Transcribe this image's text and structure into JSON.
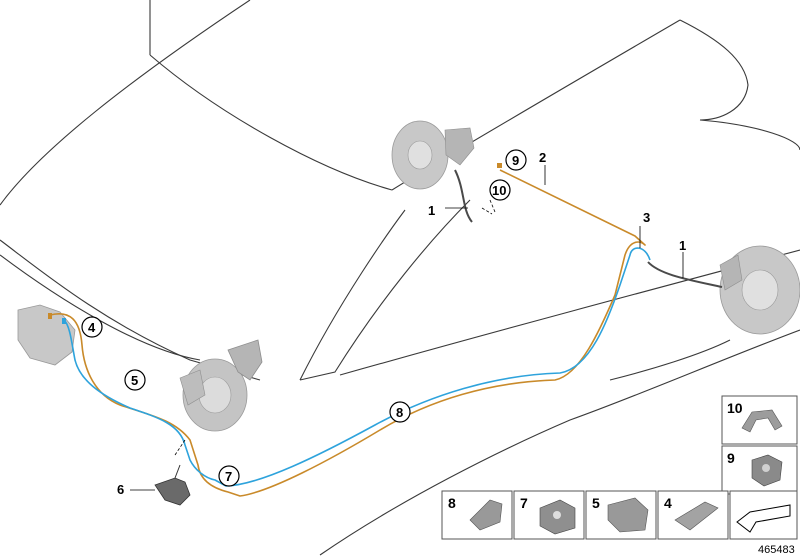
{
  "diagram": {
    "reference_number": "465483",
    "colors": {
      "brake_line_orange": "#c98a2a",
      "brake_line_blue": "#2ea3dc",
      "outline": "#3a3a3a",
      "component_grey": "#b9b9b9"
    },
    "callouts": {
      "c1_front": "1",
      "c1_rear": "1",
      "c2": "2",
      "c3": "3",
      "c4": "4",
      "c5": "5",
      "c6": "6",
      "c7": "7",
      "c8": "8",
      "c9": "9",
      "c10": "10"
    },
    "legend": {
      "p10": "10",
      "p9": "9",
      "p8": "8",
      "p7": "7",
      "p5": "5",
      "p4": "4"
    }
  }
}
